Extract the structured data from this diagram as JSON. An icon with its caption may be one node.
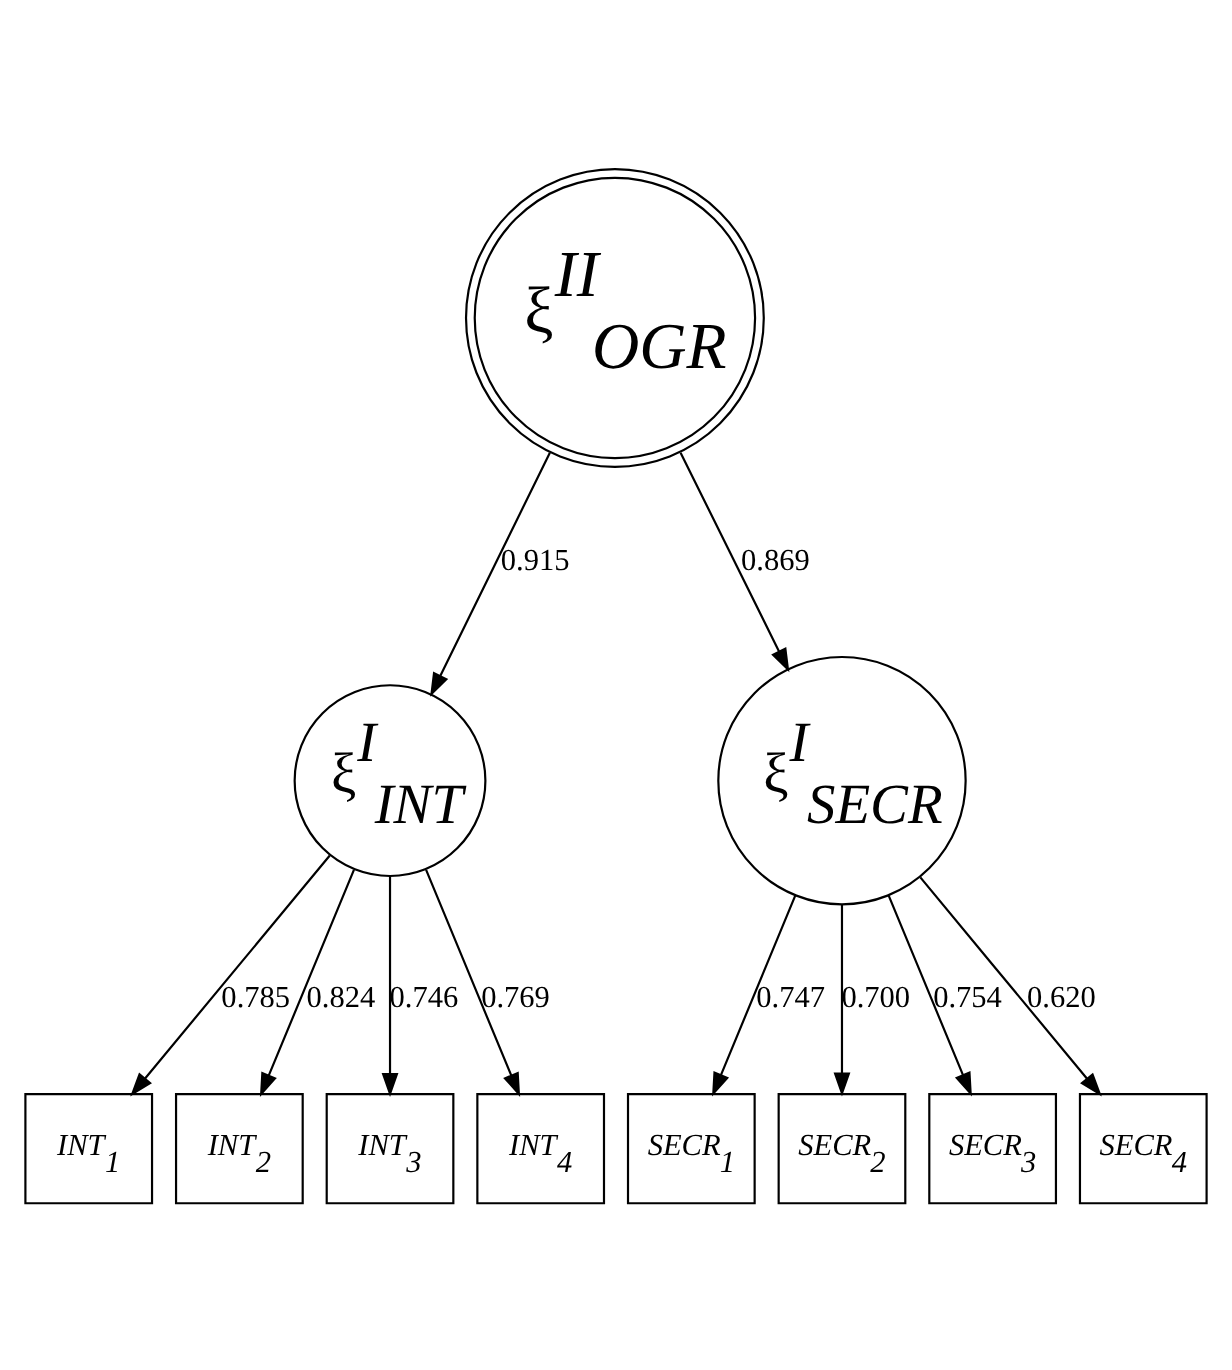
{
  "diagram": {
    "nodes": [
      {
        "text": [
          "ξ$^{II}$$_{OGR}$"
        ]
      },
      {
        "text": [
          "ξ$^{I}$$_{INT}$"
        ]
      },
      {
        "text": [
          "ξ$^{I}$$_{SECR}$"
        ]
      },
      {
        "text": [
          "INT$_{1}$"
        ]
      },
      {
        "text": [
          "INT$_{2}$"
        ]
      },
      {
        "text": [
          "INT$_{3}$"
        ]
      },
      {
        "text": [
          "INT$_{4}$"
        ]
      },
      {
        "text": [
          "SECR$_{1}$"
        ]
      },
      {
        "text": [
          "SECR$_{2}$"
        ]
      },
      {
        "text": [
          "SECR$_{3}$"
        ]
      },
      {
        "text": [
          "SECR$_{4}$"
        ]
      }
    ],
    "edges": [
      {
        "from": 0,
        "to": 1,
        "arrow": "to",
        "label": "0.915"
      },
      {
        "from": 0,
        "to": 2,
        "arrow": "to",
        "label": "0.869"
      },
      {
        "from": 1,
        "to": 3,
        "arrow": "to",
        "label": "0.785"
      },
      {
        "from": 1,
        "to": 4,
        "arrow": "to",
        "label": "0.824"
      },
      {
        "from": 1,
        "to": 5,
        "arrow": "to",
        "label": "0.746"
      },
      {
        "from": 1,
        "to": 6,
        "arrow": "to",
        "label": "0.769"
      },
      {
        "from": 2,
        "to": 7,
        "arrow": "to",
        "label": "0.747"
      },
      {
        "from": 2,
        "to": 8,
        "arrow": "to",
        "label": "0.700"
      },
      {
        "from": 2,
        "to": 9,
        "arrow": "to",
        "label": "0.754"
      },
      {
        "from": 2,
        "to": 10,
        "arrow": "to",
        "label": "0.620"
      }
    ]
  }
}
